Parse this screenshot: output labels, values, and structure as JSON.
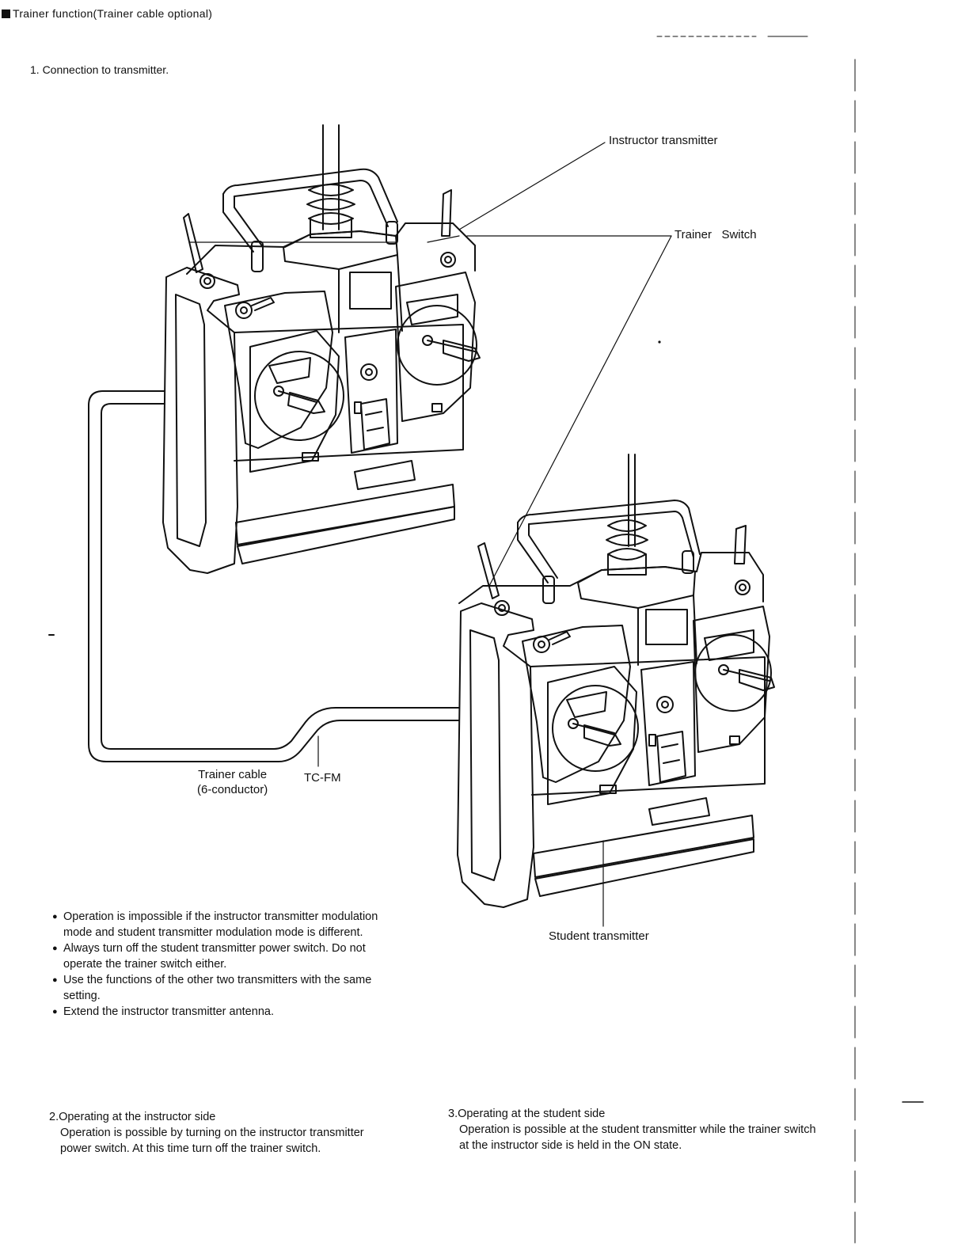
{
  "header": {
    "title": "Trainer function(Trainer cable optional)"
  },
  "step1": {
    "heading": "1. Connection to transmitter."
  },
  "labels": {
    "instructor": "Instructor transmitter",
    "trainer_switch": "Trainer   Switch",
    "cable_line1": "Trainer cable",
    "cable_line2": "(6-conductor)",
    "cable_model": "TC-FM",
    "student": "Student transmitter"
  },
  "notes": [
    "Operation is impossible if the instructor transmitter modulation mode and student transmitter modulation mode is different.",
    "Always turn off the student transmitter power switch. Do not operate the trainer switch either.",
    "Use the functions of the other two transmitters with the same setting.",
    "Extend the instructor transmitter antenna."
  ],
  "section2": {
    "heading": "2.Operating at the instructor side",
    "body": "Operation is possible by turning on the instructor transmitter power switch. At this time turn off the trainer  switch."
  },
  "section3": {
    "heading": "3.Operating at the student side",
    "body": "Operation is possible at the student transmitter while the trainer switch at the instructor side is held in the ON state."
  }
}
